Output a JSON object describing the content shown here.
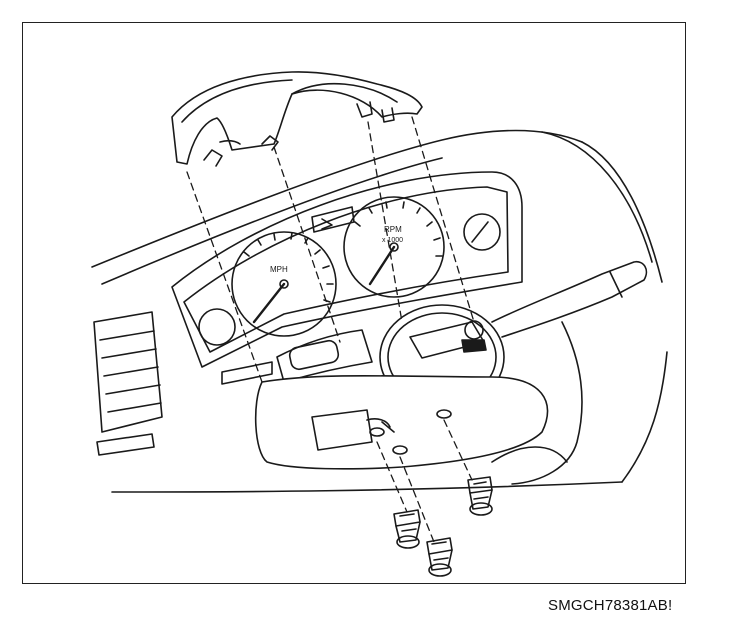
{
  "diagram": {
    "reference_code": "SMGCH78381AB!",
    "speedometer_label": "MPH",
    "tachometer_label": "RPM",
    "tachometer_sublabel": "x 1000"
  },
  "colors": {
    "ink": "#1a1a1a",
    "paper": "#ffffff",
    "shade": "#dcdcdc"
  },
  "icons": [
    "upper-shroud",
    "lower-shroud",
    "steering-column",
    "screw"
  ]
}
